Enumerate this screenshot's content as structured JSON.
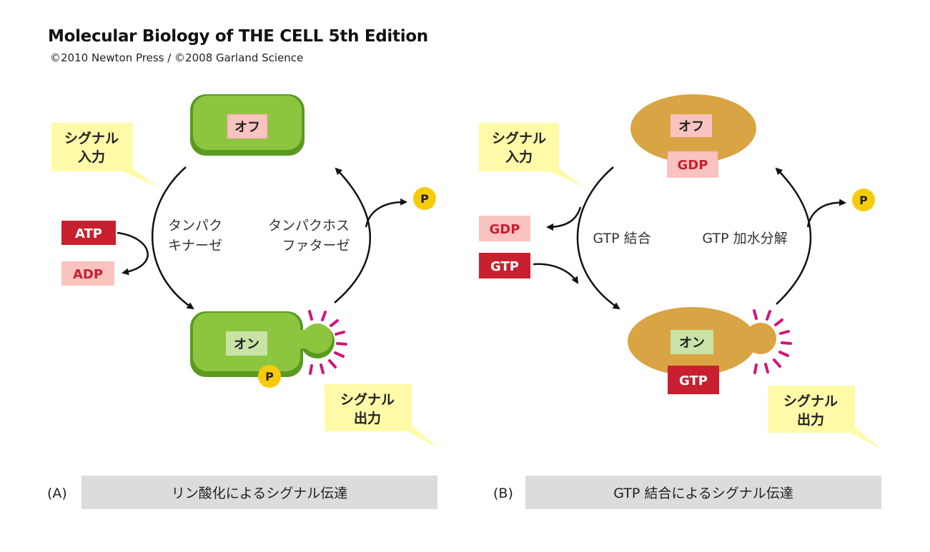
{
  "header": {
    "title": "Molecular Biology of THE CELL 5th Edition",
    "copyright": "©2010 Newton Press / ©2008 Garland Science"
  },
  "panel_a": {
    "letter": "(A)",
    "caption": "リン酸化によるシグナル伝達",
    "off_label": "オフ",
    "on_label": "オン",
    "signal_in": [
      "シグナル",
      "入力"
    ],
    "signal_out": [
      "シグナル",
      "出力"
    ],
    "atp": "ATP",
    "adp": "ADP",
    "kinase": [
      "タンパク",
      "キナーゼ"
    ],
    "phosphatase": [
      "タンパクホス",
      "ファターゼ"
    ],
    "phosphate": "P"
  },
  "panel_b": {
    "letter": "(B)",
    "caption": "GTP 結合によるシグナル伝達",
    "off_label": "オフ",
    "on_label": "オン",
    "gdp_off": "GDP",
    "gtp_on": "GTP",
    "signal_in": [
      "シグナル",
      "入力"
    ],
    "signal_out": [
      "シグナル",
      "出力"
    ],
    "gdp_out": "GDP",
    "gtp_in": "GTP",
    "gtp_binding": "GTP 結合",
    "gtp_hydrolysis": "GTP 加水分解",
    "phosphate": "P"
  },
  "colors": {
    "green_protein": "#8cc63f",
    "green_edge": "#5a9a22",
    "gold_protein": "#d9a443",
    "pink_label": "#f9c3c0",
    "red_box": "#c8202f",
    "yellow_note": "#fffaa8",
    "phosphate": "#f6cc0a",
    "glow": "#d0167a",
    "caption_bar": "#dcdcdc"
  }
}
